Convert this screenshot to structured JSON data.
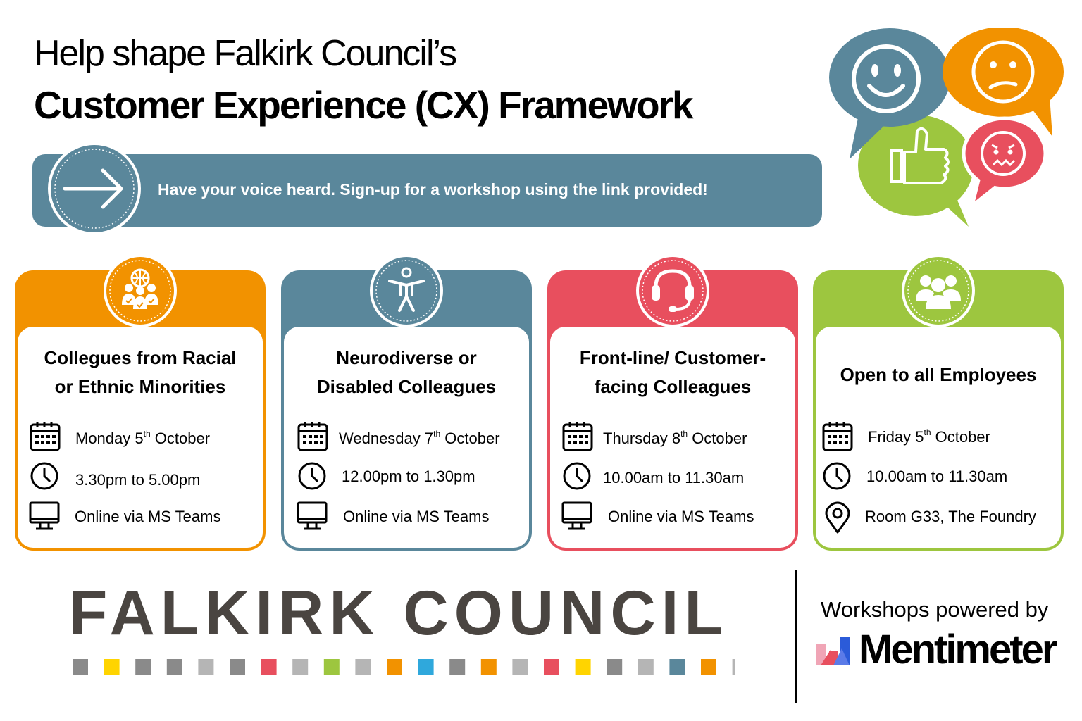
{
  "header": {
    "title_line1": "Help shape Falkirk Council’s",
    "title_line2": "Customer Experience (CX) Framework"
  },
  "banner": {
    "text": "Have your voice heard. Sign-up for a workshop using the link provided!"
  },
  "colors": {
    "orange": "#f29200",
    "teal": "#5a879b",
    "red": "#e84f5e",
    "green": "#9dc63f",
    "dark_grey": "#4a4541"
  },
  "cards": [
    {
      "title1": "Collegues from Racial",
      "title2": "or Ethnic Minorities",
      "day": "Monday 5",
      "sup": "th",
      "month": " October",
      "time": "3.30pm to 5.00pm",
      "location": "Online via MS Teams",
      "badge_icon": "diverse-group-globe-icon",
      "location_icon": "monitor-icon"
    },
    {
      "title1": "Neurodiverse or",
      "title2": "Disabled Colleagues",
      "day": "Wednesday 7",
      "sup": "th",
      "month": " October",
      "time": "12.00pm to 1.30pm",
      "location": "Online via MS Teams",
      "badge_icon": "accessibility-person-icon",
      "location_icon": "monitor-icon"
    },
    {
      "title1": "Front-line/ Customer-",
      "title2": "facing Colleagues",
      "day": "Thursday 8",
      "sup": "th",
      "month": " October",
      "time": "10.00am to 11.30am",
      "location": "Online via MS Teams",
      "badge_icon": "headset-icon",
      "location_icon": "monitor-icon"
    },
    {
      "title1": "Open to all Employees",
      "day": "Friday 5",
      "sup": "th",
      "month": " October",
      "time": "10.00am to 11.30am",
      "location": "Room G33, The Foundry",
      "badge_icon": "people-group-icon",
      "location_icon": "map-pin-icon"
    }
  ],
  "footer": {
    "council_name": "FALKIRK COUNCIL",
    "powered_by": "Workshops powered by",
    "mentimeter": "Mentimeter",
    "square_colors": [
      "#8a8a8a",
      "#ffd400",
      "#8a8a8a",
      "#8a8a8a",
      "#b5b5b5",
      "#8a8a8a",
      "#e84f5e",
      "#b5b5b5",
      "#9dc63f",
      "#b5b5b5",
      "#f29200",
      "#2fa8dc",
      "#8a8a8a",
      "#f29200",
      "#b5b5b5",
      "#e84f5e",
      "#ffd400",
      "#8a8a8a",
      "#b5b5b5",
      "#5a879b",
      "#f29200",
      "#b5b5b5"
    ]
  }
}
